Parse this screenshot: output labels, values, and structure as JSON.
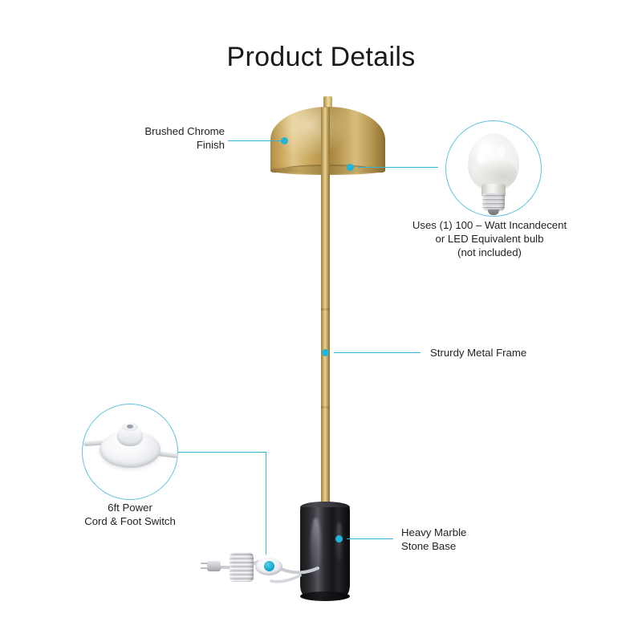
{
  "page": {
    "title": "Product Details",
    "accent_color": "#21b5d8",
    "background_color": "#ffffff",
    "text_color": "#231f20"
  },
  "product": {
    "type": "floor-lamp",
    "shade_color": "#c2a35c",
    "pole_color": "#d2b877",
    "base_color": "#17171b"
  },
  "annotations": [
    {
      "id": "brushed-chrome-finish",
      "lines": [
        "Brushed Chrome",
        "Finish"
      ],
      "align": "right",
      "target": "lamp-shade"
    },
    {
      "id": "bulb-spec",
      "lines": [
        "Uses (1) 100 – Watt Incandecent",
        "or LED Equivalent bulb",
        "(not included)"
      ],
      "align": "center",
      "target": "lamp-shade-right"
    },
    {
      "id": "sturdy-metal-frame",
      "lines": [
        "Strurdy Metal Frame"
      ],
      "align": "left",
      "target": "lamp-pole"
    },
    {
      "id": "power-cord-switch",
      "lines": [
        "6ft Power",
        "Cord & Foot Switch"
      ],
      "align": "center",
      "target": "foot-switch"
    },
    {
      "id": "marble-stone-base",
      "lines": [
        "Heavy Marble",
        "Stone Base"
      ],
      "align": "left",
      "target": "lamp-base"
    }
  ],
  "insets": [
    {
      "id": "bulb-inset",
      "caption_id": "bulb-spec",
      "icon": "light-bulb-icon"
    },
    {
      "id": "foot-switch-inset",
      "caption_id": "power-cord-switch",
      "icon": "foot-switch-icon"
    }
  ]
}
